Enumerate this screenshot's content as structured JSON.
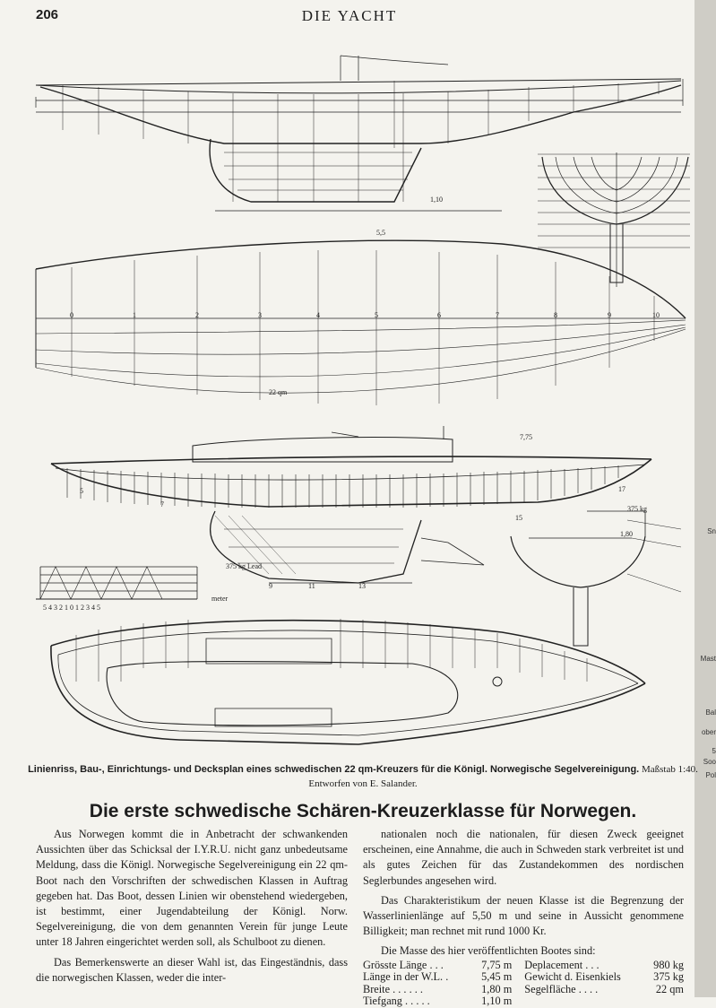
{
  "header": {
    "page_number": "206",
    "title": "DIE YACHT"
  },
  "drawing": {
    "scale_label": "meter",
    "scale_numbers": "5 4 3 2 1 0 1 2 3 4 5",
    "dim_labels": {
      "length_lwl": "5,5",
      "draft": "1,10",
      "weight_keel": "375 kg",
      "sail": "22 qm",
      "beam": "1,80",
      "deck_length": "7,75",
      "lead_label": "375 kg Lead",
      "frame_labels": [
        "5",
        "7",
        "9",
        "11",
        "13",
        "15",
        "17"
      ],
      "station_labels": [
        "0",
        "1",
        "2",
        "3",
        "4",
        "5",
        "6",
        "7",
        "8",
        "9",
        "10"
      ]
    },
    "edge_notes": [
      "Sn",
      "Mast",
      "Bal",
      "ober",
      "5",
      "Soo",
      "Pol"
    ]
  },
  "caption": {
    "line1_bold": "Linienriss, Bau-, Einrichtungs- und Decksplan eines schwedischen 22 qm-Kreuzers für die Königl. Norwegische Segelvereinigung.",
    "line1_scale": "Maßstab 1:40.",
    "line2": "Entworfen von E. Salander."
  },
  "article": {
    "title": "Die erste schwedische Schären-Kreuzerklasse für Norwegen.",
    "col1_paragraphs": [
      "Aus Norwegen kommt die in Anbetracht der schwankenden Aussichten über das Schicksal der I.Y.R.U. nicht ganz unbedeutsame Meldung, dass die Königl. Norwegische Segelvereinigung ein 22 qm-Boot nach den Vorschriften der schwedischen Klassen in Auftrag gegeben hat. Das Boot, dessen Linien wir obenstehend wiedergeben, ist bestimmt, einer Jugendabteilung der Königl. Norw. Segelvereinigung, die von dem genannten Verein für junge Leute unter 18 Jahren eingerichtet werden soll, als Schulboot zu dienen.",
      "Das Bemerkenswerte an dieser Wahl ist, das Eingeständnis, dass die norwegischen Klassen, weder die inter-"
    ],
    "col2_paragraphs": [
      "nationalen noch die nationalen, für diesen Zweck geeignet erscheinen, eine Annahme, die auch in Schweden stark verbreitet ist und als gutes Zeichen für das Zustandekommen des nordischen Seglerbundes angesehen wird.",
      "Das Charakteristikum der neuen Klasse ist die Begrenzung der Wasserlinienlänge auf 5,50 m und seine in Aussicht genommene Billigkeit; man rechnet mit rund 1000 Kr.",
      "Die Masse des hier veröffentlichten Bootes sind:"
    ],
    "specs": [
      {
        "label": "Grösste Länge . . .",
        "value": "7,75 m",
        "label2": "Deplacement . . .",
        "value2": "980 kg"
      },
      {
        "label": "Länge in der W.L. .",
        "value": "5,45 m",
        "label2": "Gewicht d. Eisenkiels",
        "value2": "375 kg"
      },
      {
        "label": "Breite . . . . . .",
        "value": "1,80 m",
        "label2": "Segelfläche . . . .",
        "value2": "22 qm"
      },
      {
        "label": "Tiefgang . . . . .",
        "value": "1,10 m",
        "label2": "",
        "value2": ""
      }
    ]
  }
}
